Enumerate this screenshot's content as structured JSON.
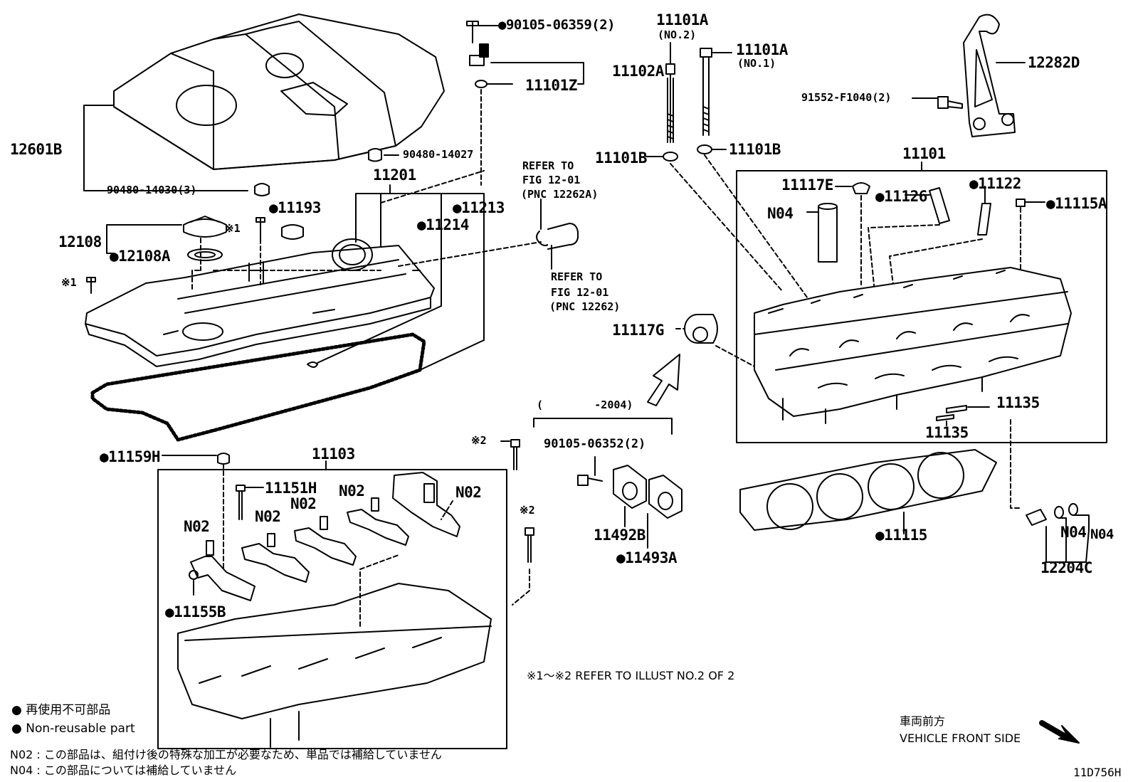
{
  "labels": {
    "p12601b": "12601B",
    "p90480_14030": "90480-14030(3)",
    "p90480_14027": "90480-14027",
    "p11201": "11201",
    "p11193": "●11193",
    "p11213": "●11213",
    "p11214": "●11214",
    "p12108": "12108",
    "p12108a": "●12108A",
    "ref1_top": "※1",
    "ref1_left": "※1",
    "p90105_06359": "●90105-06359(2)",
    "p11102a": "11102A",
    "p11101z": "11101Z",
    "p11101a_no2": "11101A",
    "no2": "(NO.2)",
    "p11101a_no1": "11101A",
    "no1": "(NO.1)",
    "p11101b_left": "11101B",
    "p11101b_right": "11101B",
    "p12282d": "12282D",
    "p91552": "91552-F1040(2)",
    "p11101": "11101",
    "p11117e": "11117E",
    "p11126": "●11126",
    "p11122": "●11122",
    "p11115a": "●11115A",
    "n04_top": "N04",
    "p11117g": "11117G",
    "refer_to_1": "REFER TO",
    "fig_1": "FIG 12-01",
    "pnc_1": "(PNC 12262A)",
    "refer_to_2": "REFER TO",
    "fig_2": "FIG 12-01",
    "pnc_2": "(PNC 12262)",
    "p11135_right": "11135",
    "p11135_bottom": "11135",
    "p11115": "●11115",
    "n04_a": "N04",
    "n04_b": "N04",
    "p12204c": "12204C",
    "p11159h": "●11159H",
    "p11103": "11103",
    "p11151h": "11151H",
    "n02_1": "N02",
    "n02_2": "N02",
    "n02_3": "N02",
    "n02_4": "N02",
    "n02_5": "N02",
    "p11155b": "●11155B",
    "ref2_a": "※2",
    "ref2_b": "※2",
    "year_range": "(        -2004)",
    "p90105_06352": "90105-06352(2)",
    "p11492b": "11492B",
    "p11493a": "●11493A"
  },
  "notes": {
    "refer_illust": "※1～※2  REFER TO ILLUST NO.2 OF 2",
    "legend_jp": "● 再使用不可部品",
    "legend_en": "● Non-reusable part",
    "n02_note": "N02 : この部品は、組付け後の特殊な加工が必要なため、単品では補給していません",
    "n04_note": "N04 : この部品については補給していません",
    "front_jp": "車両前方",
    "front_en": "VEHICLE FRONT SIDE",
    "illust_id": "11D756H"
  }
}
